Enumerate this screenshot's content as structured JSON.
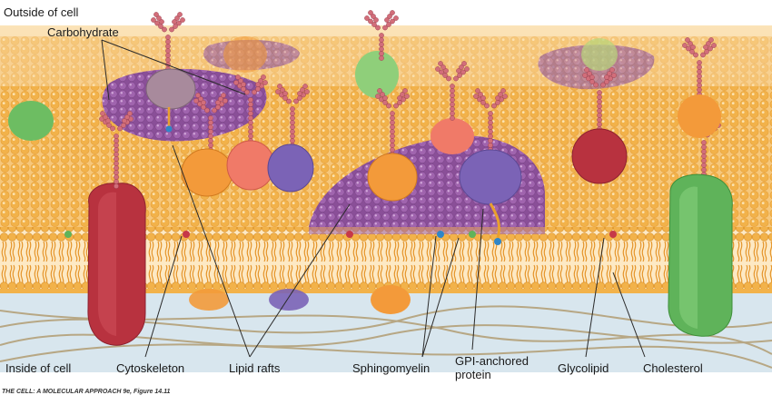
{
  "labels": {
    "outside_of_cell": "Outside of cell",
    "carbohydrate": "Carbohydrate",
    "inside_of_cell": "Inside of cell",
    "cytoskeleton": "Cytoskeleton",
    "lipid_rafts": "Lipid rafts",
    "sphingomyelin": "Sphingomyelin",
    "gpi_anchored_protein": "GPI-anchored protein",
    "glycolipid": "Glycolipid",
    "cholesterol": "Cholesterol"
  },
  "caption": "THE CELL: A MOLECULAR APPROACH 9e, Figure 14.11",
  "colors": {
    "lipid_head": "#f2b24a",
    "lipid_tail": "#e39b2c",
    "raft": "#9b5fa8",
    "cytosol": "#d8e6ee",
    "red_protein": "#b8323f",
    "green_protein": "#6dbd62",
    "orange_protein": "#f39a3a",
    "salmon_protein": "#f07a68",
    "purple_protein": "#7b63b6",
    "mauve_protein": "#a88a9c",
    "sugar": "#d26e7a"
  },
  "icons": [
    "carbohydrate-chain-icon",
    "membrane-protein-icon",
    "gpi-anchor-icon",
    "cytoskeleton-filament-icon"
  ]
}
